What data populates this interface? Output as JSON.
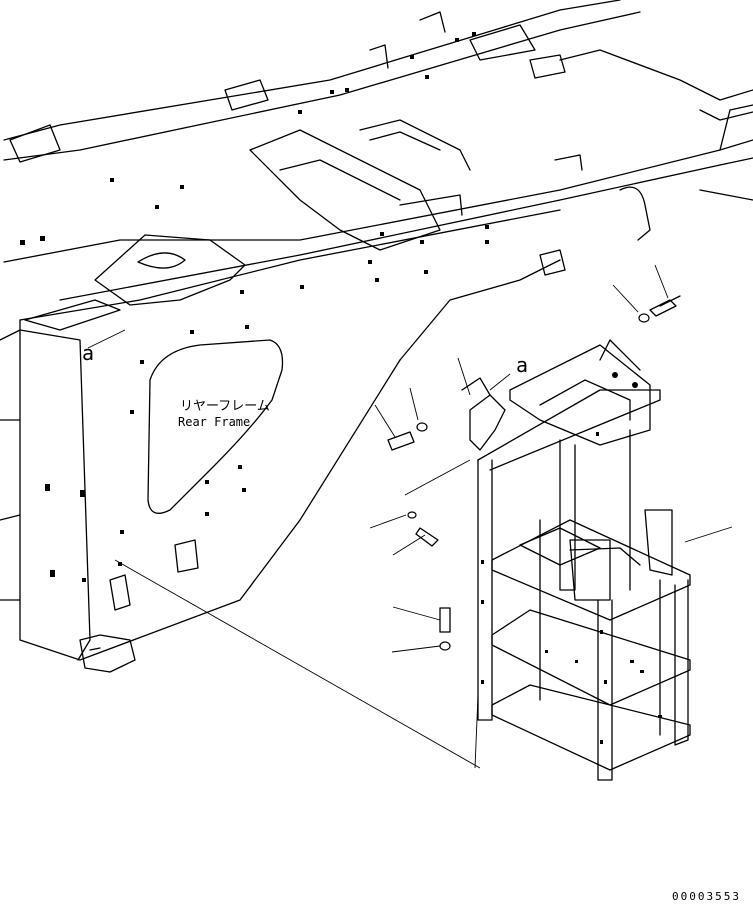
{
  "labels": {
    "frame_jp": "リヤーフレーム",
    "frame_en": "Rear Frame",
    "callout_left": "a",
    "callout_right": "a"
  },
  "part_number": "00003553"
}
